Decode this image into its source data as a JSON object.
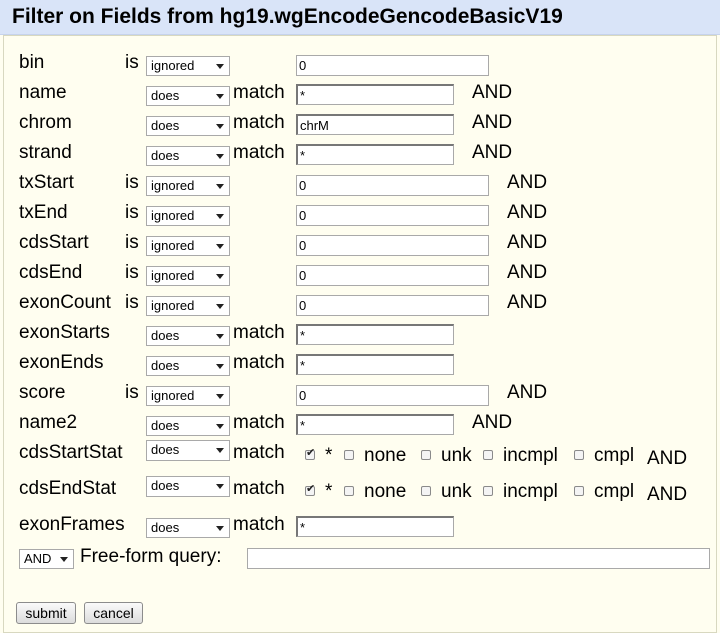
{
  "title": "Filter on Fields from hg19.wgEncodeGencodeBasicV19",
  "operators": {
    "is": "is",
    "match": "match",
    "and": "AND"
  },
  "selects": {
    "ignored": "ignored",
    "does": "does"
  },
  "fields": [
    {
      "name": "bin",
      "value": "0"
    },
    {
      "name": "name",
      "value": "*"
    },
    {
      "name": "chrom",
      "value": "chrM"
    },
    {
      "name": "strand",
      "value": "*"
    },
    {
      "name": "txStart",
      "value": "0"
    },
    {
      "name": "txEnd",
      "value": "0"
    },
    {
      "name": "cdsStart",
      "value": "0"
    },
    {
      "name": "cdsEnd",
      "value": "0"
    },
    {
      "name": "exonCount",
      "value": "0"
    },
    {
      "name": "exonStarts",
      "value": "*"
    },
    {
      "name": "exonEnds",
      "value": "*"
    },
    {
      "name": "score",
      "value": "0"
    },
    {
      "name": "name2",
      "value": "*"
    },
    {
      "name": "cdsStartStat"
    },
    {
      "name": "cdsEndStat"
    },
    {
      "name": "exonFrames",
      "value": "*"
    }
  ],
  "enum_options": {
    "labels": [
      "*",
      "none",
      "unk",
      "incmpl",
      "cmpl"
    ],
    "checked": [
      true,
      false,
      false,
      false,
      false
    ]
  },
  "freeform": {
    "logic": "AND",
    "label": "Free-form query:",
    "value": ""
  },
  "buttons": {
    "submit": "submit",
    "cancel": "cancel"
  }
}
